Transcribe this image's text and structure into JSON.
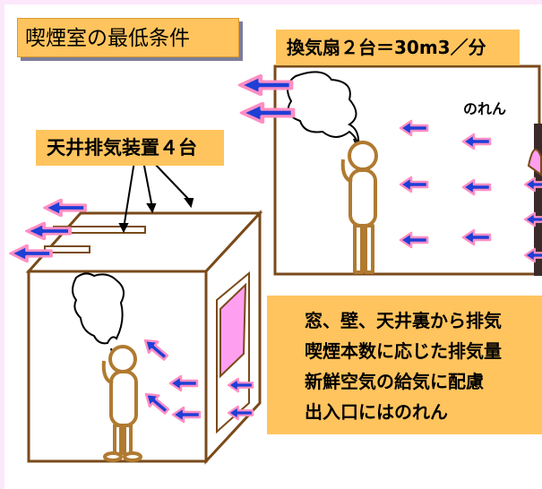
{
  "title": "喫煙室の最低条件",
  "fan_label": "換気扇２台＝30m3／分",
  "ceiling_label": "天井排気装置４台",
  "noren_label": "のれん",
  "notes": [
    "窓、壁、天井裏から排気",
    "喫煙本数に応じた排気量",
    "新鮮空気の給気に配慮",
    "出入口にはのれん"
  ],
  "colors": {
    "label_bg": "#ffc45e",
    "arrow_fill": "#1f3fd6",
    "arrow_outline": "#ff8ec4",
    "room_line": "#7a4a1a",
    "page_bg": "#fde8fb",
    "curtain": "#ff9ff0"
  }
}
